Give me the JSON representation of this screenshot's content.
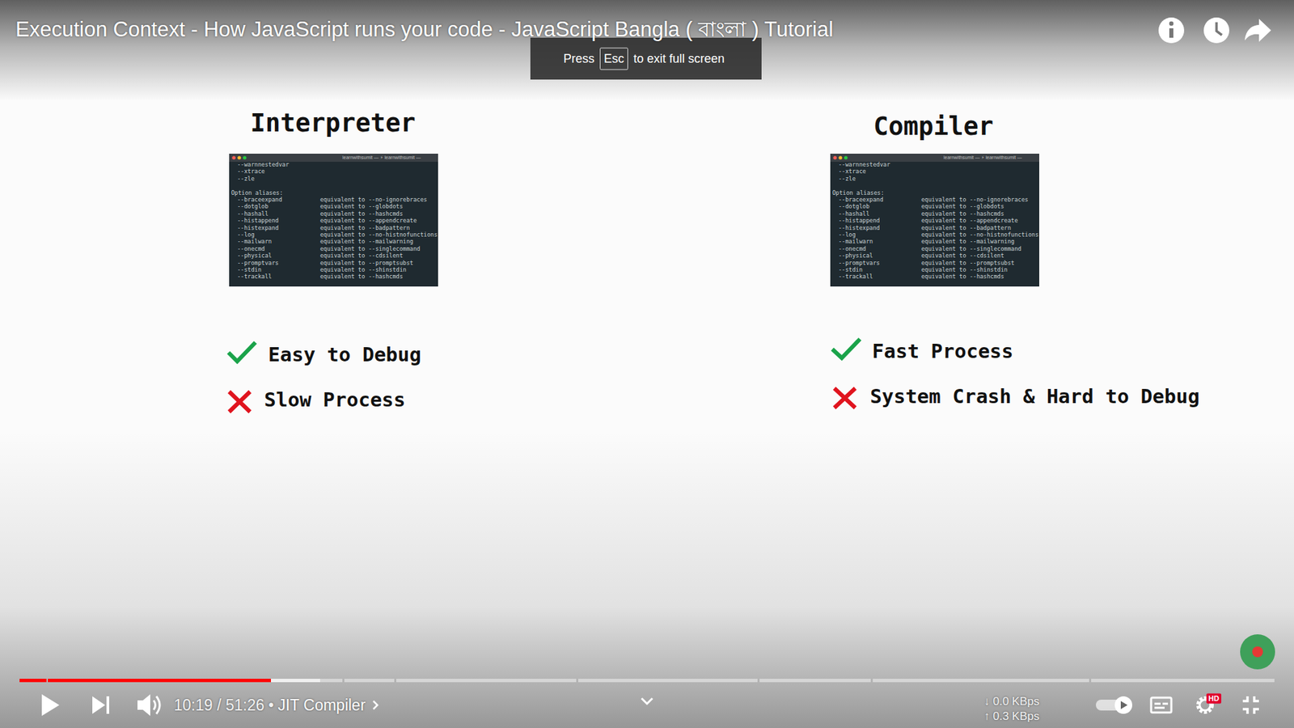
{
  "diagram": {
    "title": "Execution Context - How JavaScript runs your code - JavaScript Bangla ( বাংলা ) Tutorial",
    "labels": [
      "Press",
      "Esc",
      "to exit full screen",
      "Interpreter",
      "Compiler",
      "learnwithsumit — ⚡ learnwithsumit —",
      "--warnnestedvar",
      "--xtrace",
      "--zle",
      "Option aliases:",
      "--braceexpand",
      "equivalent to --no-ignorebraces",
      "--dotglob",
      "equivalent to --globdots",
      "--hashall",
      "equivalent to --hashcmds",
      "--histappend",
      "equivalent to --appendcreate",
      "--histexpand",
      "equivalent to --badpattern",
      "--log",
      "equivalent to --no-histnofunctions",
      "--mailwarn",
      "equivalent to --mailwarning",
      "--onecmd",
      "equivalent to --singlecommand",
      "--physical",
      "equivalent to --cdsilent",
      "--promptvars",
      "equivalent to --promptsubst",
      "--stdin",
      "equivalent to --shinstdin",
      "--trackall",
      "equivalent to --hashcmds",
      "learnwithsumit — ⚡ learnwithsumit —",
      "--warnnestedvar",
      "--xtrace",
      "--zle",
      "Option aliases:",
      "--braceexpand",
      "equivalent to --no-ignorebraces",
      "--dotglob",
      "equivalent to --globdots",
      "--hashall",
      "equivalent to --hashcmds",
      "--histappend",
      "equivalent to --appendcreate",
      "--histexpand",
      "equivalent to --badpattern",
      "--log",
      "equivalent to --no-histnofunctions",
      "--mailwarn",
      "equivalent to --mailwarning",
      "--onecmd",
      "equivalent to --singlecommand",
      "--physical",
      "equivalent to --cdsilent",
      "--promptvars",
      "equivalent to --promptsubst",
      "--stdin",
      "equivalent to --shinstdin",
      "--trackall",
      "equivalent to --hashcmds",
      "Easy to Debug",
      "Slow Process",
      "Fast Process",
      "System Crash & Hard to Debug",
      "10:19 / 51:26",
      "•",
      "JIT Compiler",
      "↓ 0.0 KBps",
      "↑ 0.3 KBps",
      "HD"
    ]
  }
}
